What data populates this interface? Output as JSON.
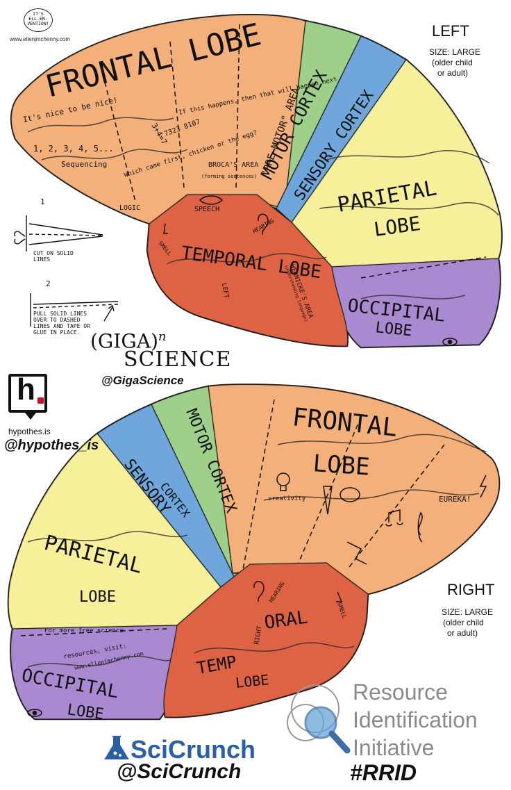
{
  "header": {
    "website": "www.ellenjmchenny.com",
    "stamp_text": [
      "IT'S",
      "ELL-EN-",
      "VENTION!"
    ]
  },
  "left_brain": {
    "title": "LEFT",
    "size": "SIZE: LARGE",
    "size_note_1": "(older child",
    "size_note_2": "or adult)",
    "frontal": "FRONTAL LOBE",
    "premotor": "\"PRE-MOTOR\" AREA",
    "motor": "MOTOR CORTEX",
    "sensory": "SENSORY CORTEX",
    "parietal_1": "PARIETAL",
    "parietal_2": "LOBE",
    "temporal": "TEMPORAL LOBE",
    "occipital_1": "OCCIPITAL",
    "occipital_2": "LOBE",
    "notes": {
      "nice": "It's nice to be nice!",
      "sequencing_nums": "1, 2, 3, 4, 5...",
      "sequencing": "Sequencing",
      "if_this": "If this happens, then that will happen next.",
      "math": "3+4=7",
      "chicken": "Which came first, chicken or the egg?",
      "logic": "LOGIC",
      "broca": "BROCA'S AREA",
      "broca_sub": "(forming sentences)",
      "speech": "SPEECH",
      "hearing": "HEARING",
      "smell": "SMELL",
      "wernicke": "WERNICKE'S AREA",
      "wernicke_sub": "(understanding language)",
      "side_label": "LEFT",
      "numbers": "7323 8107"
    }
  },
  "right_brain": {
    "title": "RIGHT",
    "size": "SIZE: LARGE",
    "size_note_1": "(older child",
    "size_note_2": "or adult)",
    "frontal_1": "FRONTAL",
    "frontal_2": "LOBE",
    "motor": "MOTOR CORTEX",
    "sensory_1": "SENSORY",
    "sensory_2": "CORTEX",
    "parietal_1": "PARIETAL",
    "parietal_2": "LOBE",
    "temporal_1": "TEMP",
    "temporal_2": "ORAL",
    "temporal_3": "LOBE",
    "occipital_1": "OCCIPITAL",
    "occipital_2": "LOBE",
    "notes": {
      "creativity": "creativity",
      "eureka": "EUREKA!",
      "hearing": "HEARING",
      "smell": "SMELL",
      "side_label": "RIGHT",
      "more_1": "For more free science",
      "more_2": "resources, visit:",
      "more_3": "www.ellenjmchenny.com"
    }
  },
  "instructions": {
    "step1_num": "1",
    "step1_text": "CUT ON SOLID LINES",
    "step2_num": "2",
    "step2_text": "PULL SOLID LINES OVER TO DASHED LINES AND TAPE OR GLUE IN PLACE."
  },
  "logos": {
    "giga_top": "(GIGA)",
    "giga_n": "n",
    "giga_bottom": "SCIENCE",
    "giga_handle": "@GigaScience",
    "hyp_letter": "h",
    "hyp_name": "hypothes.is",
    "hyp_handle": "@hypothes_is",
    "sci_name": "SciCrunch",
    "sci_handle": "@SciCrunch",
    "rri_1": "Resource",
    "rri_2": "Identification",
    "rri_3": "Initiative",
    "rrid": "#RRID"
  },
  "colors": {
    "frontal": "#f4b07a",
    "motor": "#9fd08a",
    "sensory": "#6fa6dc",
    "parietal": "#f6f09a",
    "temporal": "#de6244",
    "occipital": "#a98ad0",
    "outline": "#1a1a1a"
  }
}
